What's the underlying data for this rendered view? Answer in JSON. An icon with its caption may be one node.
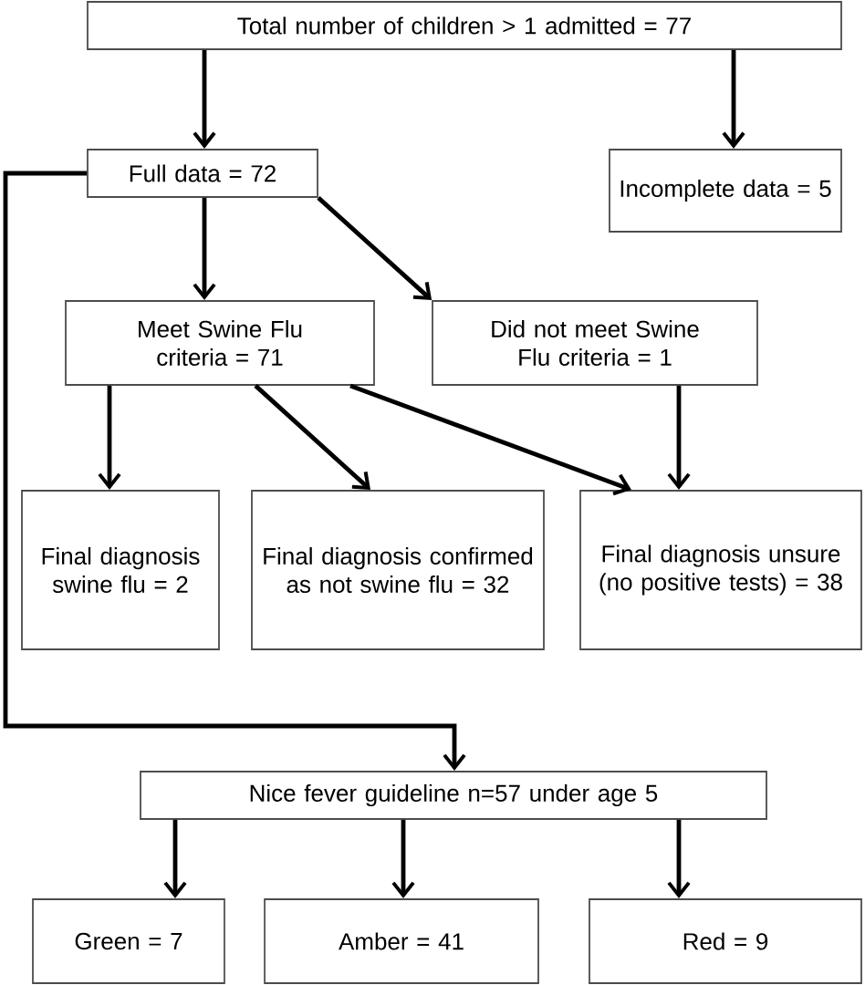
{
  "diagram": {
    "nodes": [
      {
        "text": [
          "Total number of children > 1 admitted = 77"
        ]
      },
      {
        "text": [
          "Full data = 72"
        ]
      },
      {
        "text": [
          "Incomplete data = 5"
        ]
      },
      {
        "text": [
          "Meet Swine Flu criteria = 71"
        ]
      },
      {
        "text": [
          "Did not meet Swine Flu criteria = 1"
        ]
      },
      {
        "text": [
          "Final diagnosis swine flu = 2"
        ]
      },
      {
        "text": [
          "Final diagnosis confirmed as not swine flu = 32"
        ]
      },
      {
        "text": [
          "Final diagnosis unsure (no positive tests) = 38"
        ]
      },
      {
        "text": [
          "Nice fever guideline n=57 under age 5"
        ]
      },
      {
        "text": [
          "Green = 7"
        ]
      },
      {
        "text": [
          "Amber = 41"
        ]
      },
      {
        "text": [
          "Red = 9"
        ]
      }
    ],
    "edges": [
      {
        "from": 0,
        "to": 1,
        "arrow": "to"
      },
      {
        "from": 0,
        "to": 2,
        "arrow": "to"
      },
      {
        "from": 1,
        "to": 3,
        "arrow": "to"
      },
      {
        "from": 1,
        "to": 4,
        "arrow": "to"
      },
      {
        "from": 1,
        "to": 8,
        "arrow": "to"
      },
      {
        "from": 3,
        "to": 5,
        "arrow": "to"
      },
      {
        "from": 3,
        "to": 6,
        "arrow": "to"
      },
      {
        "from": 3,
        "to": 7,
        "arrow": "to"
      },
      {
        "from": 4,
        "to": 7,
        "arrow": "to"
      },
      {
        "from": 8,
        "to": 9,
        "arrow": "to"
      },
      {
        "from": 8,
        "to": 10,
        "arrow": "to"
      },
      {
        "from": 8,
        "to": 11,
        "arrow": "to"
      }
    ]
  }
}
